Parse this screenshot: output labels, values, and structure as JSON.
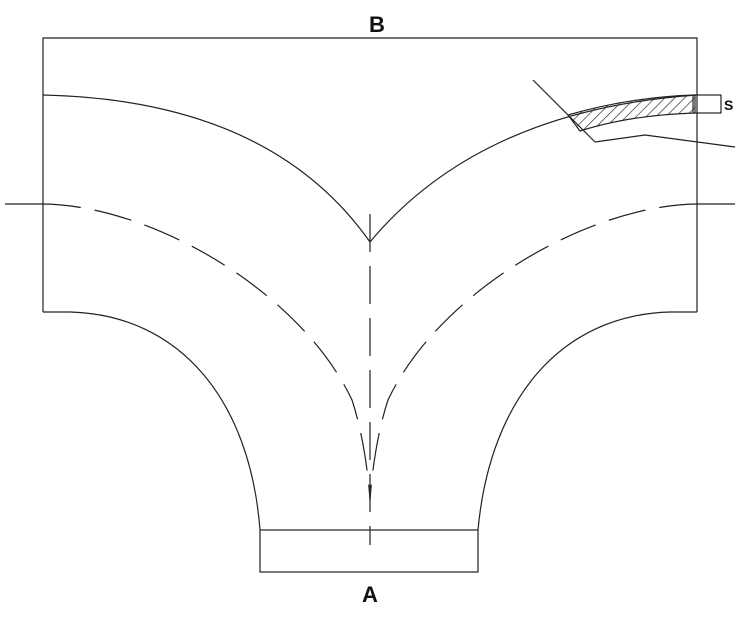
{
  "labels": {
    "top_port": "B",
    "bottom_port": "A",
    "thickness": "S"
  },
  "colors": {
    "line": "#222222",
    "background": "#ffffff"
  }
}
